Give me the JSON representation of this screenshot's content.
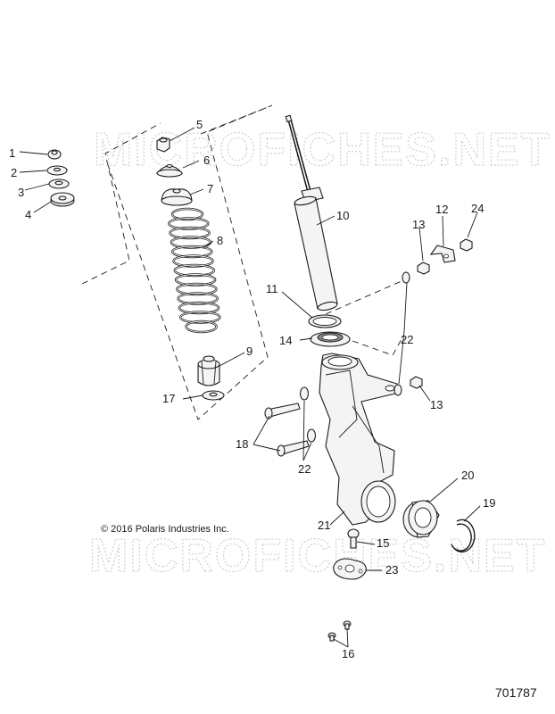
{
  "watermarks": [
    "MICROFICHES.NET",
    "MICROFICHES.NET"
  ],
  "copyright": "© 2016 Polaris Industries Inc.",
  "document_number": "701787",
  "callouts": [
    "1",
    "2",
    "3",
    "4",
    "5",
    "6",
    "7",
    "8",
    "9",
    "10",
    "11",
    "12",
    "13",
    "13",
    "14",
    "15",
    "16",
    "17",
    "18",
    "19",
    "20",
    "21",
    "22",
    "22",
    "23",
    "24"
  ]
}
